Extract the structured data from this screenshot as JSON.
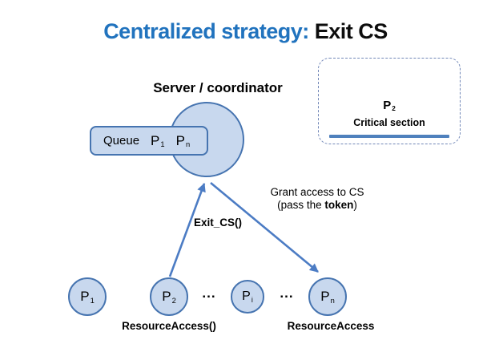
{
  "title": {
    "part1": "Centralized strategy: ",
    "part2": "Exit CS"
  },
  "server": {
    "label": "Server / coordinator"
  },
  "queue": {
    "label": "Queue",
    "items": [
      {
        "base": "P",
        "sub": "1"
      },
      {
        "base": "P",
        "sub": "n"
      }
    ]
  },
  "critical_section": {
    "process": {
      "base": "P",
      "sub": "2"
    },
    "label": "Critical section"
  },
  "messages": {
    "exit_call": "Exit_CS()",
    "grant_line1": "Grant access to CS",
    "grant_line2_prefix": "(pass the ",
    "grant_line2_bold": "token",
    "grant_line2_suffix": ")"
  },
  "processes": [
    {
      "base": "P",
      "sub": "1"
    },
    {
      "base": "P",
      "sub": "2"
    },
    {
      "base": "P",
      "sub": "i"
    },
    {
      "base": "P",
      "sub": "n"
    }
  ],
  "ellipsis": "...",
  "captions": {
    "resource_access_call": "ResourceAccess()",
    "resource_access": "ResourceAccess"
  },
  "colors": {
    "title_accent": "#2173BE",
    "shape_fill": "#C8D8EE",
    "shape_stroke": "#4674B0",
    "arrow": "#4C7CC4",
    "dashed_border": "#7288B8",
    "cs_underline": "#4F81BD"
  }
}
